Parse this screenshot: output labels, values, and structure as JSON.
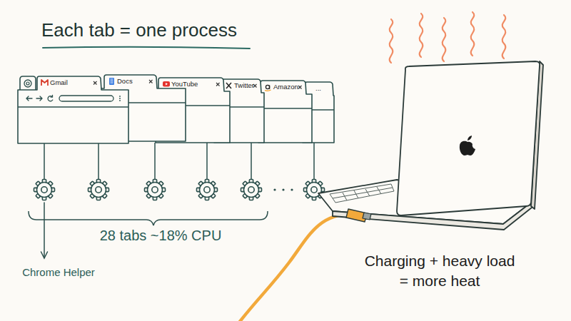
{
  "diagram": {
    "title": "Each tab = one process",
    "nodes": [
      {
        "text": [
          "Gmail"
        ]
      },
      {
        "text": [
          "Docs"
        ]
      },
      {
        "text": [
          "YouTube"
        ]
      },
      {
        "text": [
          "Twitter"
        ]
      },
      {
        "text": [
          "Amazon"
        ]
      },
      {
        "text": [
          "..."
        ]
      }
    ],
    "labels": [
      "28 tabs ~18% CPU",
      "Chrome Helper",
      "Charging + heavy load = more heat"
    ]
  }
}
